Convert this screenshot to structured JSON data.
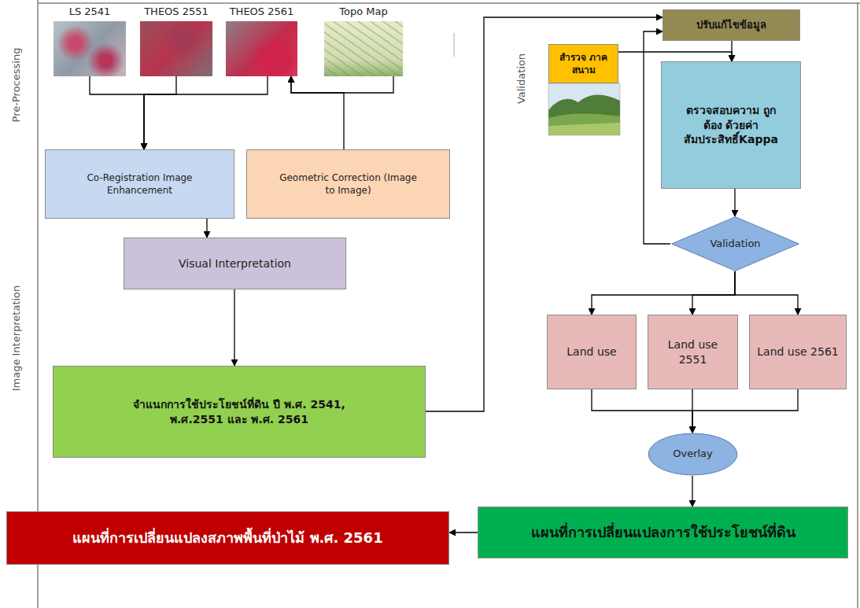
{
  "diagram": {
    "nodes": [
      {
        "text": [
          "LS 2541"
        ]
      },
      {
        "text": [
          "THEOS 2551"
        ]
      },
      {
        "text": [
          "THEOS 2561"
        ]
      },
      {
        "text": [
          "Topo Map"
        ]
      },
      {
        "text": [
          "Co-Registration Image Enhancement"
        ]
      },
      {
        "text": [
          "Geometric Correction (Image to Image)"
        ]
      },
      {
        "text": [
          "Visual Interpretation"
        ]
      },
      {
        "text": [
          "จำแนกการใช้ประโยชน์ที่ดิน ปี พ.ศ. 2541, พ.ศ.2551 และ พ.ศ. 2561"
        ]
      },
      {
        "text": [
          "ปรับแก้ไขข้อมูล"
        ]
      },
      {
        "text": [
          "สำรวจ ภาคสนาม"
        ]
      },
      {
        "text": [
          "ตรวจสอบความ ถูกต้อง ด้วยค่า สัมประสิทธิ์Kappa"
        ]
      },
      {
        "text": [
          "Validation"
        ]
      },
      {
        "text": [
          "Land use"
        ]
      },
      {
        "text": [
          "Land use 2551"
        ]
      },
      {
        "text": [
          "Land use 2561"
        ]
      },
      {
        "text": [
          "Overlay"
        ]
      },
      {
        "text": [
          "แผนที่การเปลี่ยนแปลงการใช้ประโยชน์ที่ดิน"
        ]
      },
      {
        "text": [
          "แผนที่การเปลี่ยนแปลงสภาพพื้นที่ป่าไม้ พ.ศ. 2561"
        ]
      }
    ],
    "edges": [
      {
        "from": 0,
        "to": 4,
        "arrow": "to"
      },
      {
        "from": 1,
        "to": 4,
        "arrow": "to"
      },
      {
        "from": 2,
        "to": 4,
        "arrow": "to"
      },
      {
        "from": 5,
        "to": 2,
        "arrow": "to"
      },
      {
        "from": 3,
        "to": 2,
        "arrow": "to"
      },
      {
        "from": 4,
        "to": 6,
        "arrow": "to"
      },
      {
        "from": 6,
        "to": 7,
        "arrow": "to"
      },
      {
        "from": 7,
        "to": 8,
        "arrow": "to"
      },
      {
        "from": 9,
        "to": 10,
        "arrow": "to"
      },
      {
        "from": 8,
        "to": 10,
        "arrow": "to"
      },
      {
        "from": 10,
        "to": 11,
        "arrow": "to"
      },
      {
        "from": 11,
        "to": 8,
        "arrow": "to"
      },
      {
        "from": 11,
        "to": 12,
        "arrow": "to"
      },
      {
        "from": 11,
        "to": 13,
        "arrow": "to"
      },
      {
        "from": 11,
        "to": 14,
        "arrow": "to"
      },
      {
        "from": 12,
        "to": 15,
        "arrow": "to"
      },
      {
        "from": 13,
        "to": 15,
        "arrow": "to"
      },
      {
        "from": 14,
        "to": 15,
        "arrow": "to"
      },
      {
        "from": 15,
        "to": 16,
        "arrow": "to"
      },
      {
        "from": 16,
        "to": 17,
        "arrow": "to"
      }
    ],
    "labels": [
      "Pre-Processing",
      "Image Interpretation",
      "Validation"
    ]
  }
}
